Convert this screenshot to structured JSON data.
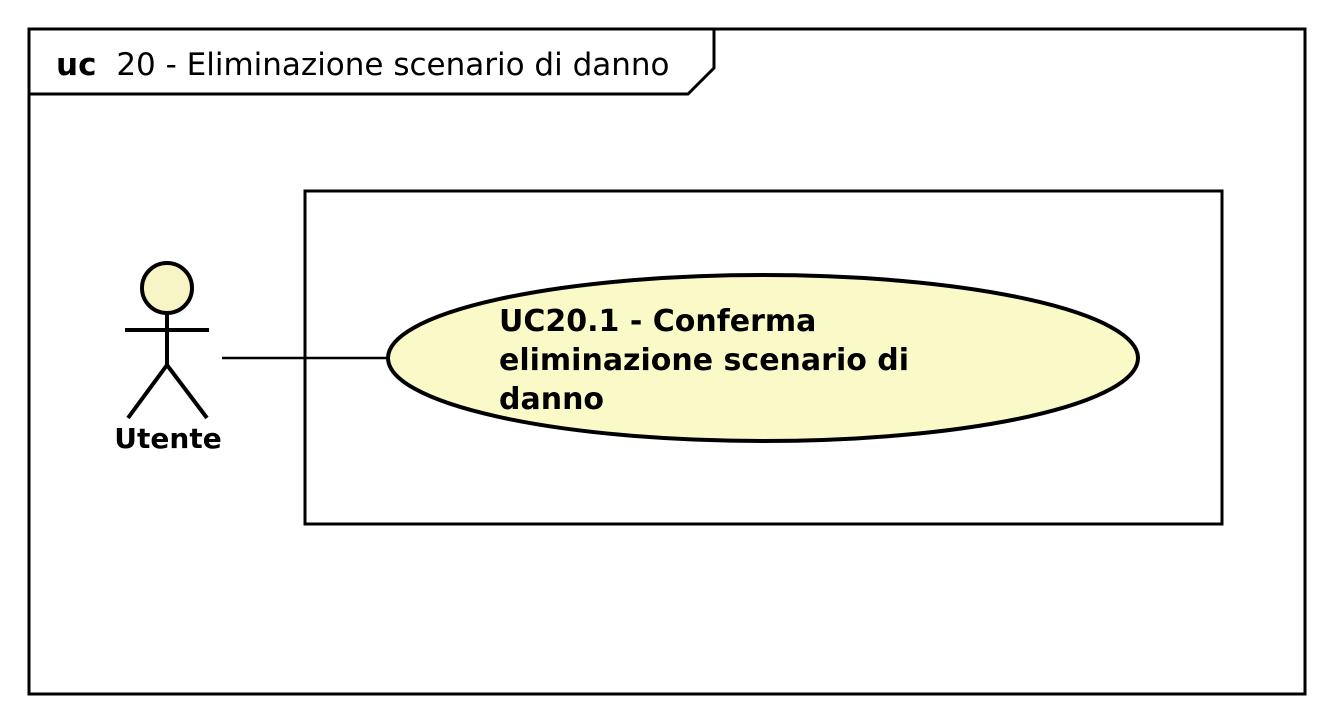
{
  "frame": {
    "keyword": "uc",
    "title": "20 - Eliminazione scenario di danno"
  },
  "actor": {
    "name": "Utente",
    "head_color": "#f7f5c6"
  },
  "use_case": {
    "lines": [
      "UC20.1 - Conferma",
      "eliminazione scenario di",
      "danno"
    ],
    "fill_color": "#fafac8"
  },
  "colors": {
    "stroke": "#000000",
    "background": "#ffffff"
  }
}
